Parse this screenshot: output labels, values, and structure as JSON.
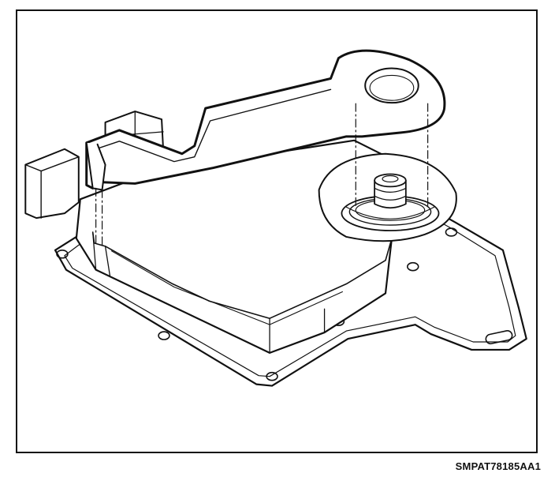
{
  "figure": {
    "code": "SMPAT78185AA1"
  },
  "colors": {
    "line": "#111111",
    "background": "#ffffff"
  },
  "parts": [
    "mounting-plate",
    "housing",
    "connector",
    "shaft-boss",
    "shaft",
    "shift-lever",
    "alignment-guide-lines"
  ]
}
